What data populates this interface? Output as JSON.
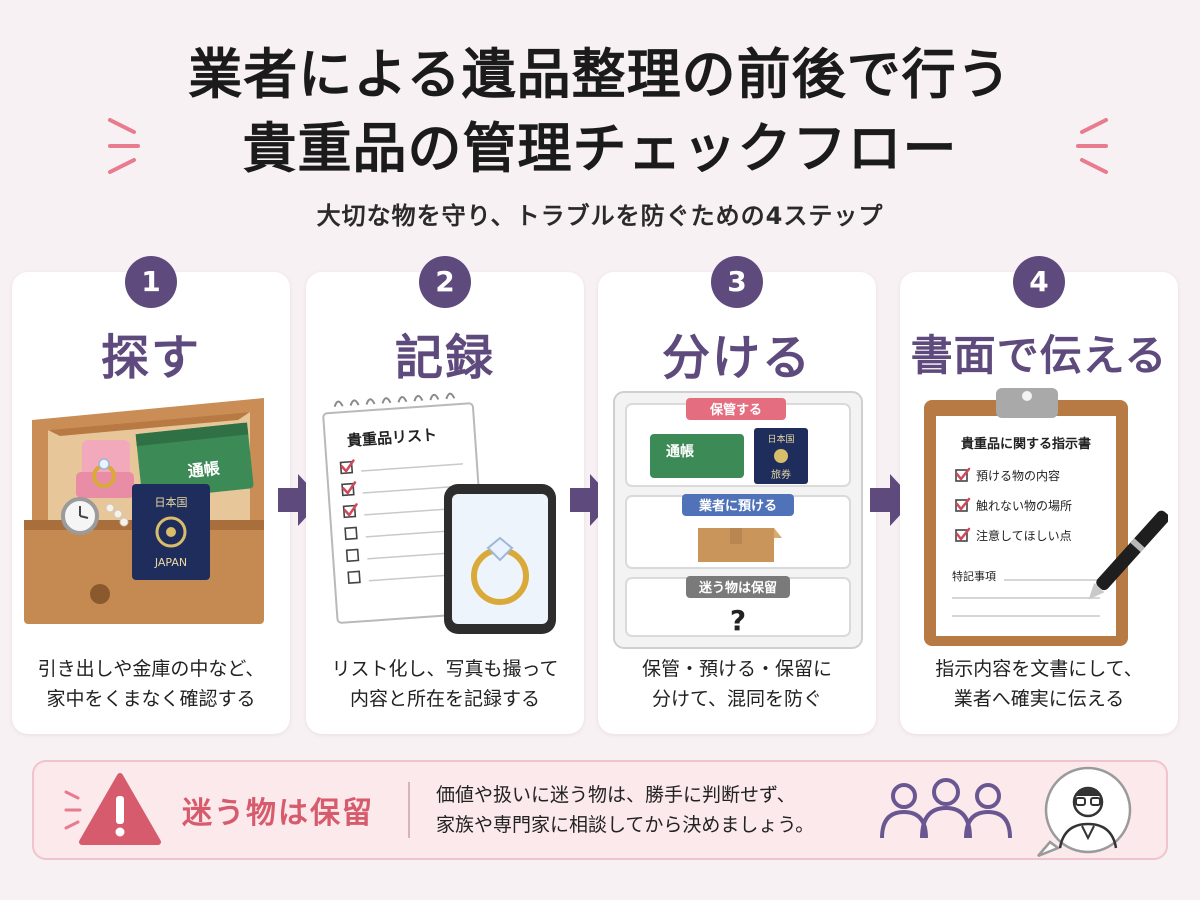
{
  "title": {
    "line1": "業者による遺品整理の前後で行う",
    "line2": "貴重品の管理チェックフロー"
  },
  "subtitle": "大切な物を守り、トラブルを防ぐための4ステップ",
  "colors": {
    "accent": "#5e4a7d",
    "warning": "#d65b6d",
    "background": "#f8f1f4"
  },
  "steps": [
    {
      "number": "1",
      "title": "探す",
      "desc_line1": "引き出しや金庫の中など、",
      "desc_line2": "家中をくまなく確認する",
      "illustration": {
        "bankbook": "通帳",
        "passport_country": "日本国",
        "passport_en": "JAPAN"
      }
    },
    {
      "number": "2",
      "title": "記録",
      "desc_line1": "リスト化し、写真も撮って",
      "desc_line2": "内容と所在を記録する",
      "illustration": {
        "notepad_title": "貴重品リスト"
      }
    },
    {
      "number": "3",
      "title": "分ける",
      "desc_line1": "保管・預ける・保留に",
      "desc_line2": "分けて、混同を防ぐ",
      "illustration": {
        "tray_label_1": "保管する",
        "tray_label_2": "業者に預ける",
        "tray_label_3": "迷う物は保留",
        "bankbook": "通帳",
        "passport_country": "日本国",
        "passport_label": "旅券",
        "question": "?"
      }
    },
    {
      "number": "4",
      "title": "書面で伝える",
      "desc_line1": "指示内容を文書にして、",
      "desc_line2": "業者へ確実に伝える",
      "illustration": {
        "doc_title": "貴重品に関する指示書",
        "check_1": "預ける物の内容",
        "check_2": "触れない物の場所",
        "check_3": "注意してほしい点",
        "notes": "特記事項"
      }
    }
  ],
  "warning": {
    "title": "迷う物は保留",
    "text_line1": "価値や扱いに迷う物は、勝手に判断せず、",
    "text_line2": "家族や専門家に相談してから決めましょう。",
    "icon": "warning-triangle-icon"
  }
}
